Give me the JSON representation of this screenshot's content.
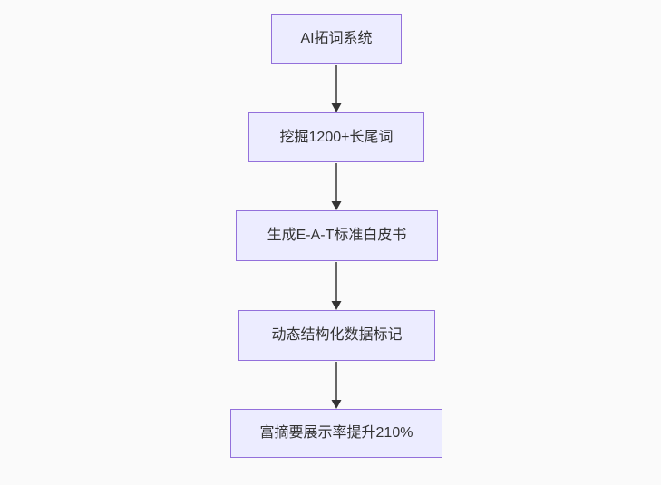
{
  "page": {
    "background_color": "#fafafa"
  },
  "flowchart": {
    "type": "flowchart",
    "direction": "top-down",
    "style": {
      "node_fill": "#ececff",
      "node_border": "#9370db",
      "text_color": "#333333",
      "edge_color": "#333333",
      "arrowhead_color": "#333333"
    },
    "nodes": [
      {
        "id": "n1",
        "label": "AI拓词系统"
      },
      {
        "id": "n2",
        "label": "挖掘1200+长尾词"
      },
      {
        "id": "n3",
        "label": "生成E-A-T标准白皮书"
      },
      {
        "id": "n4",
        "label": "动态结构化数据标记"
      },
      {
        "id": "n5",
        "label": "富摘要展示率提升210%"
      }
    ],
    "edges": [
      {
        "from": "n1",
        "to": "n2"
      },
      {
        "from": "n2",
        "to": "n3"
      },
      {
        "from": "n3",
        "to": "n4"
      },
      {
        "from": "n4",
        "to": "n5"
      }
    ]
  }
}
